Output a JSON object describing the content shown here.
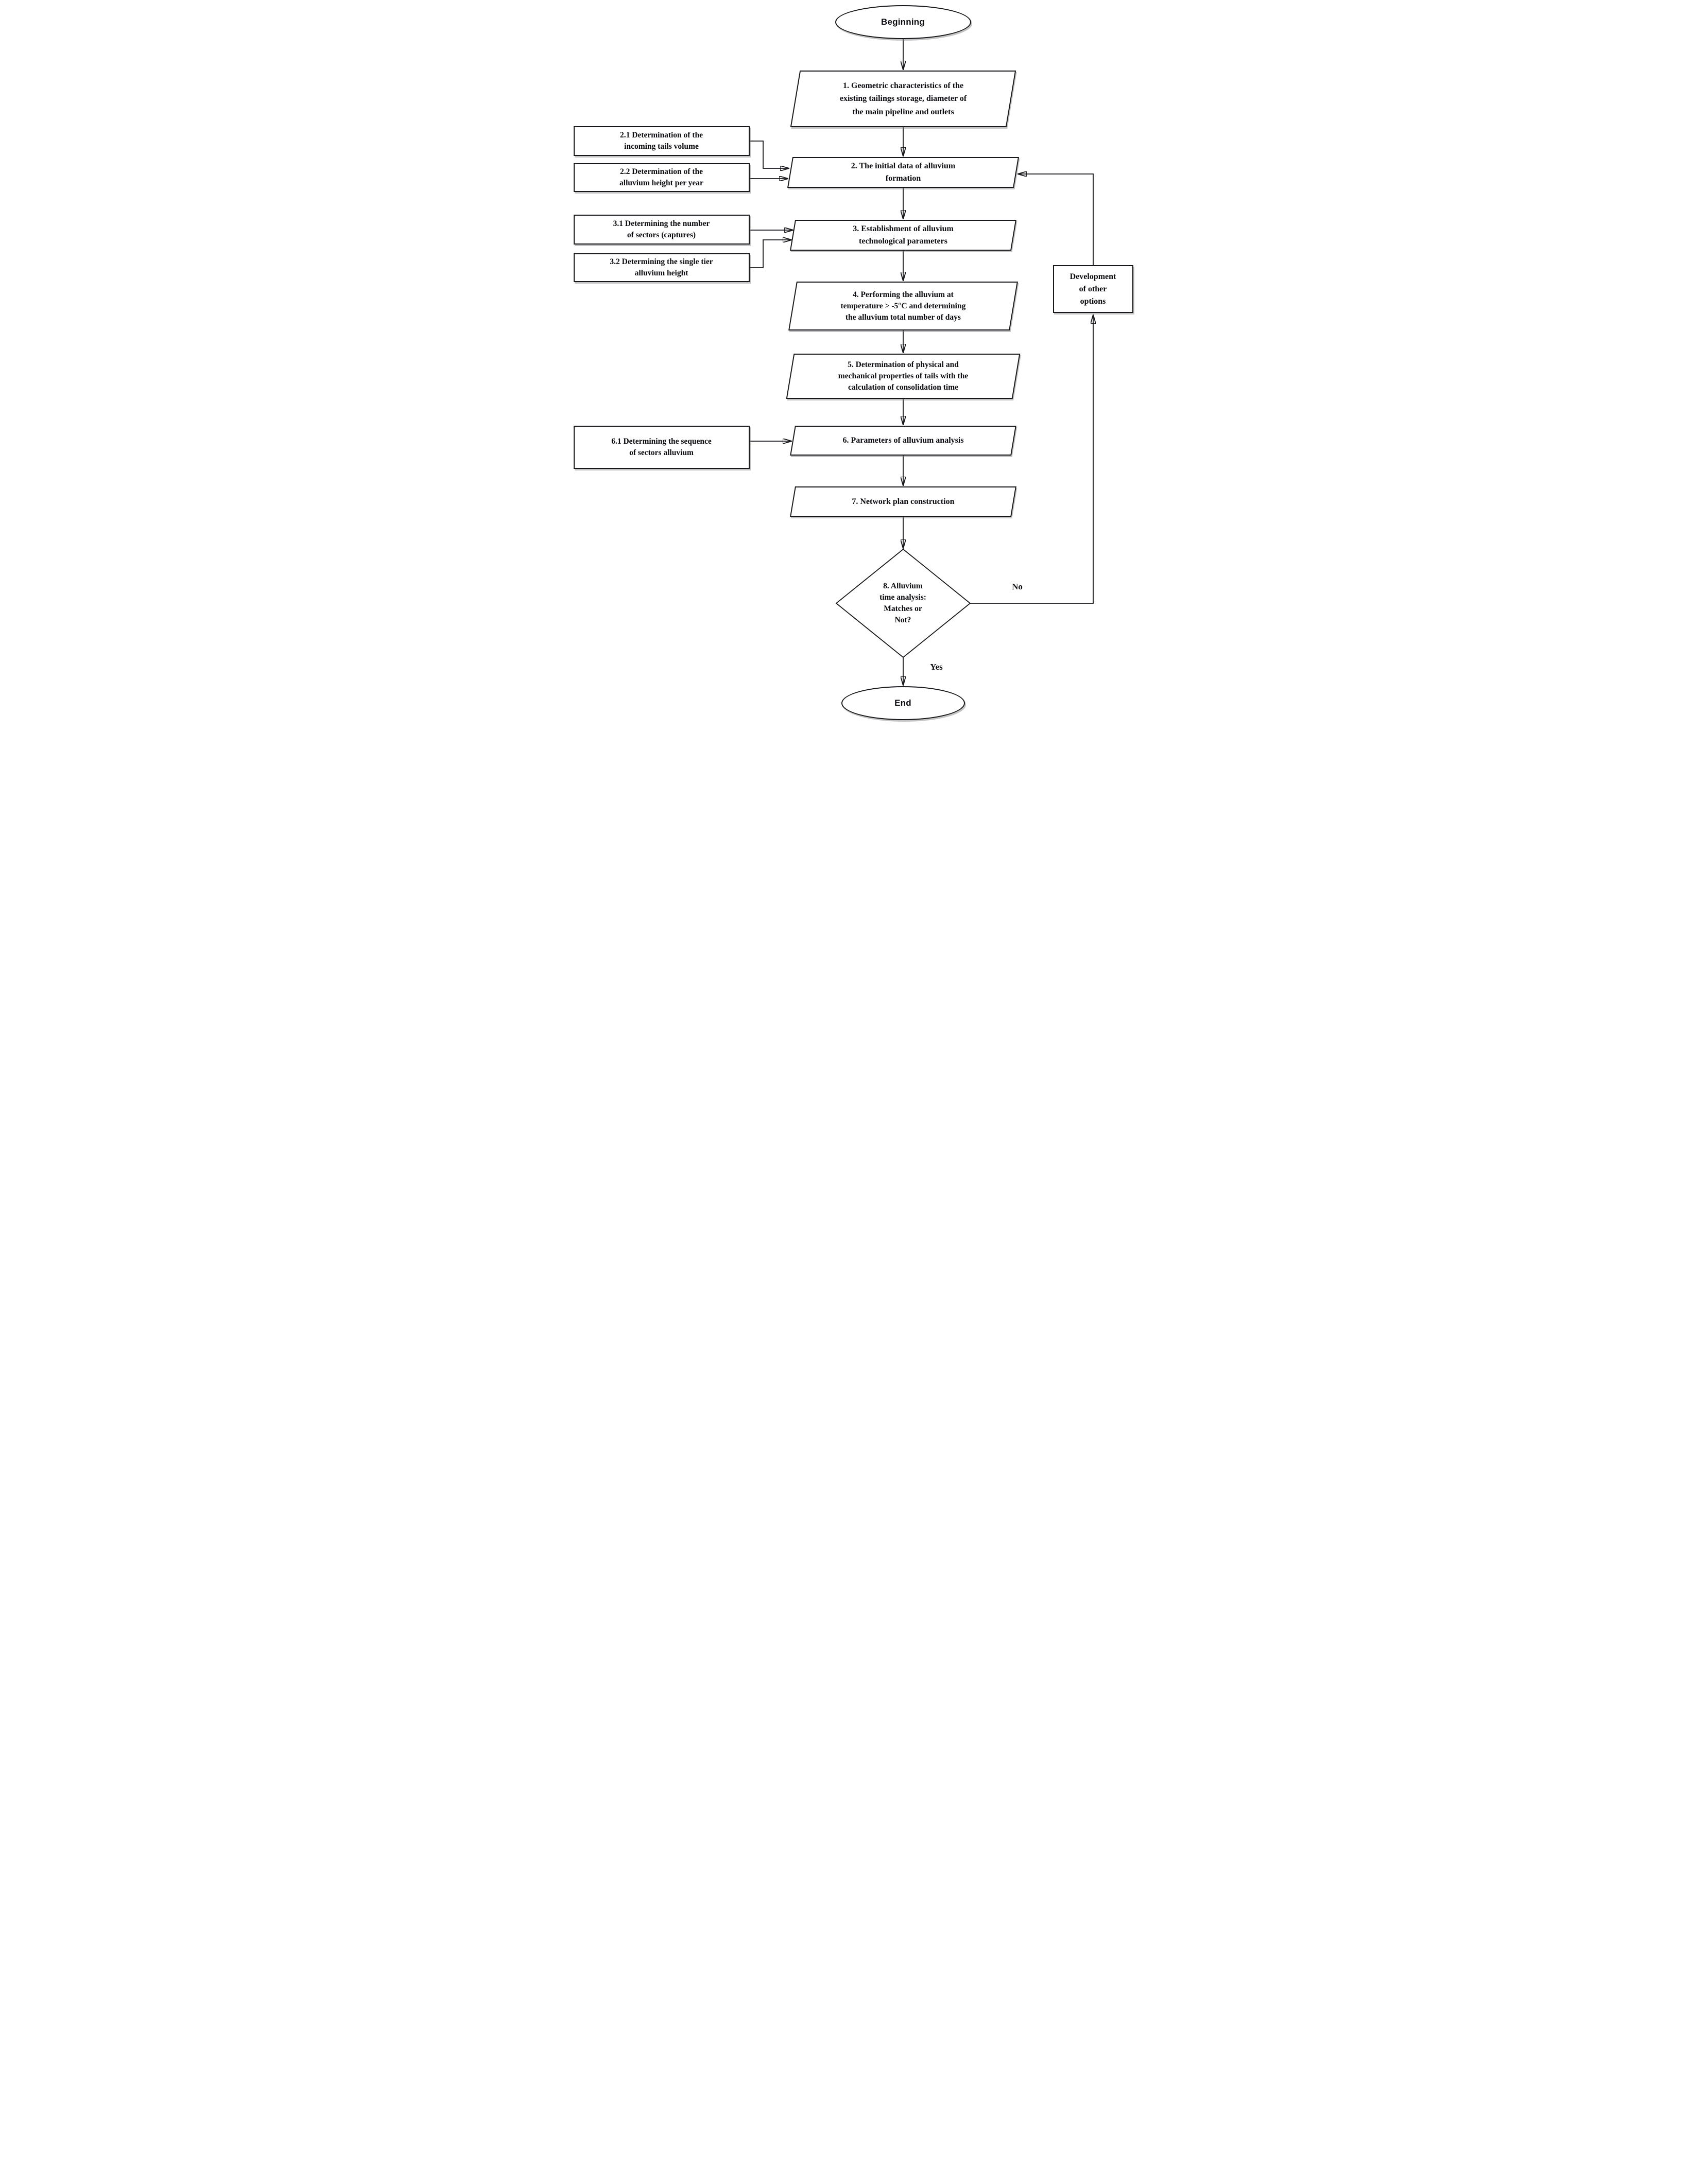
{
  "flowchart": {
    "nodes": {
      "beginning": {
        "shape": "terminator",
        "lines": [
          "Beginning"
        ]
      },
      "step1": {
        "shape": "parallelogram",
        "lines": [
          "1. Geometric characteristics of the",
          "existing tailings storage, diameter of",
          "the main pipeline and outlets"
        ]
      },
      "step2_1": {
        "shape": "rectangle",
        "lines": [
          "2.1 Determination of the",
          "incoming tails volume"
        ]
      },
      "step2_2": {
        "shape": "rectangle",
        "lines": [
          "2.2 Determination of the",
          "alluvium height per year"
        ]
      },
      "step2": {
        "shape": "parallelogram",
        "lines": [
          "2. The initial data of alluvium",
          "formation"
        ]
      },
      "step3_1": {
        "shape": "rectangle",
        "lines": [
          "3.1 Determining the number",
          "of sectors (captures)"
        ]
      },
      "step3_2": {
        "shape": "rectangle",
        "lines": [
          "3.2 Determining the single tier",
          "alluvium height"
        ]
      },
      "step3": {
        "shape": "parallelogram",
        "lines": [
          "3. Establishment of alluvium",
          "technological parameters"
        ]
      },
      "step4": {
        "shape": "parallelogram",
        "lines": [
          "4. Performing the alluvium at",
          "temperature > -5°C and determining",
          "the alluvium total number of days"
        ]
      },
      "step5": {
        "shape": "parallelogram",
        "lines": [
          "5. Determination of physical and",
          "mechanical properties of tails with the",
          "calculation of consolidation time"
        ]
      },
      "step6_1": {
        "shape": "rectangle",
        "lines": [
          "6.1 Determining the sequence",
          "of sectors alluvium"
        ]
      },
      "step6": {
        "shape": "parallelogram",
        "lines": [
          "6. Parameters of alluvium analysis"
        ]
      },
      "step7": {
        "shape": "parallelogram",
        "lines": [
          "7. Network plan construction"
        ]
      },
      "decision8": {
        "shape": "diamond",
        "lines": [
          "8. Alluvium",
          "time analysis:",
          "Matches or",
          "Not?"
        ]
      },
      "development": {
        "shape": "rectangle",
        "lines": [
          "Development",
          "of other",
          "options"
        ]
      },
      "end": {
        "shape": "terminator",
        "lines": [
          "End"
        ]
      }
    },
    "edge_labels": {
      "no": "No",
      "yes": "Yes"
    },
    "colors": {
      "stroke": "#17171c",
      "text": "#0c0c12",
      "background": "#ffffff"
    }
  }
}
